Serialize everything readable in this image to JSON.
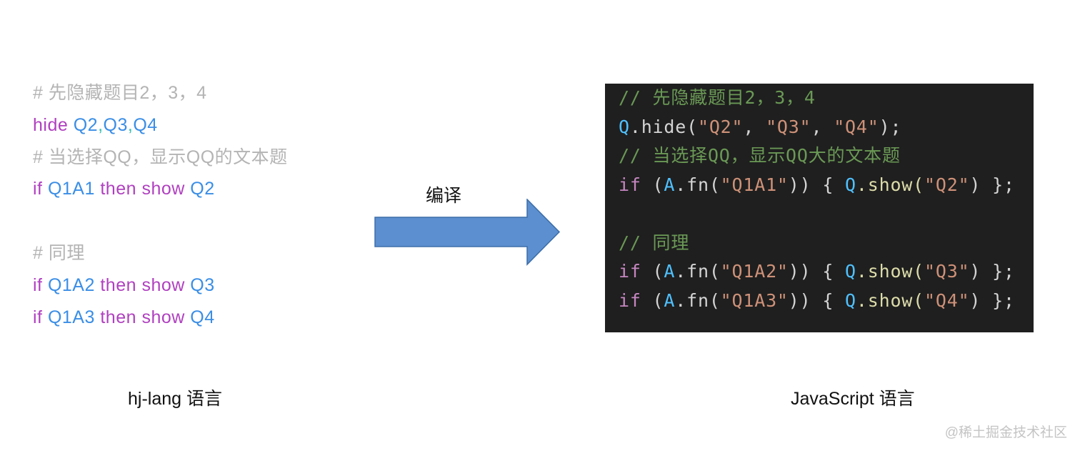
{
  "hj_code": {
    "l1_comment": "# 先隐藏题目2，3，4",
    "l2_kw": "hide",
    "l2_id1": "Q2",
    "l2_sep1": ",",
    "l2_id2": "Q3",
    "l2_sep2": ",",
    "l2_id3": "Q4",
    "l3_comment": "# 当选择QQ，显示QQ的文本题",
    "l4_kw_if": "if",
    "l4_cond": "Q1A1",
    "l4_kw_then": "then",
    "l4_kw_show": "show",
    "l4_target": "Q2",
    "l6_comment": "# 同理",
    "l7_kw_if": "if",
    "l7_cond": "Q1A2",
    "l7_kw_then": "then",
    "l7_kw_show": "show",
    "l7_target": "Q3",
    "l8_kw_if": "if",
    "l8_cond": "Q1A3",
    "l8_kw_then": "then",
    "l8_kw_show": "show",
    "l8_target": "Q4"
  },
  "labels": {
    "left": "hj-lang 语言",
    "arrow": "编译",
    "right": "JavaScript 语言"
  },
  "js_code": {
    "l1": "// 先隐藏题目2，3，4",
    "l2_obj": "Q",
    "l2_a": ".hide(",
    "l2_s1": "\"Q2\"",
    "l2_c1": ", ",
    "l2_s2": "\"Q3\"",
    "l2_c2": ", ",
    "l2_s3": "\"Q4\"",
    "l2_end": ");",
    "l3": "// 当选择QQ，显示QQ大的文本题",
    "l4_kw": "if",
    "l4_a": " (",
    "l4_obj": "A",
    "l4_fn": ".fn(",
    "l4_str": "\"Q1A1\"",
    "l4_b": ")) { ",
    "l4_obj2": "Q",
    "l4_show": ".show(",
    "l4_str2": "\"Q2\"",
    "l4_end": ") };",
    "l6": "// 同理",
    "l7_kw": "if",
    "l7_a": " (",
    "l7_obj": "A",
    "l7_fn": ".fn(",
    "l7_str": "\"Q1A2\"",
    "l7_b": ")) { ",
    "l7_obj2": "Q",
    "l7_show": ".show(",
    "l7_str2": "\"Q3\"",
    "l7_end": ") };",
    "l8_kw": "if",
    "l8_a": " (",
    "l8_obj": "A",
    "l8_fn": ".fn(",
    "l8_str": "\"Q1A3\"",
    "l8_b": ")) { ",
    "l8_obj2": "Q",
    "l8_show": ".show(",
    "l8_str2": "\"Q4\"",
    "l8_end": ") };"
  },
  "watermark": "@稀土掘金技术社区",
  "colors": {
    "arrow_fill": "#5b8fcf",
    "arrow_stroke": "#3d6ea8",
    "editor_bg": "#1f1f1f"
  }
}
